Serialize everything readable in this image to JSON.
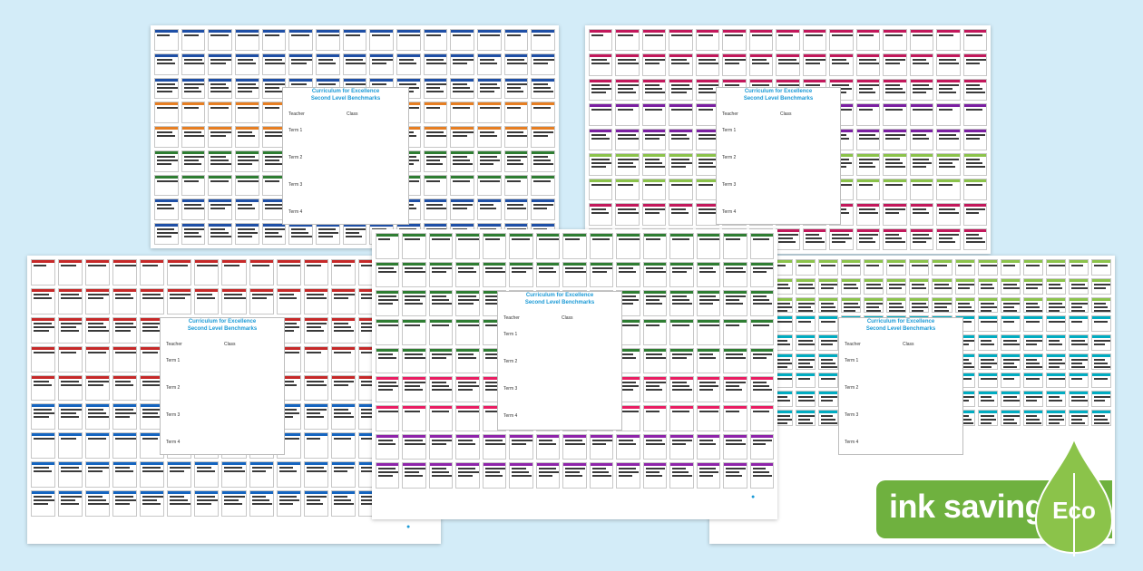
{
  "sheet_title": "Curriculum for Excellence",
  "sheet_subtitle": "Second Level Benchmarks",
  "form_labels": [
    "Teacher",
    "Class",
    "Term 1",
    "Term 2",
    "Term 3",
    "Term 4"
  ],
  "badge": {
    "text": "ink saving",
    "label": "Eco",
    "color": "#6fb13f"
  },
  "palette": {
    "sheet1": [
      "#1e4fa6",
      "#e67e22",
      "#2e7d32",
      "#1e4fa6"
    ],
    "sheet2": [
      "#c2185b",
      "#7b1fa2",
      "#8bc34a",
      "#c2185b"
    ],
    "sheet3": [
      "#c62828",
      "#c62828",
      "#1565c0",
      "#1565c0"
    ],
    "sheet4": [
      "#2e7d32",
      "#2e7d32",
      "#e91e63",
      "#8e24aa"
    ],
    "sheet5": [
      "#8bc34a",
      "#00acc1",
      "#00acc1",
      "#00acc1"
    ]
  }
}
